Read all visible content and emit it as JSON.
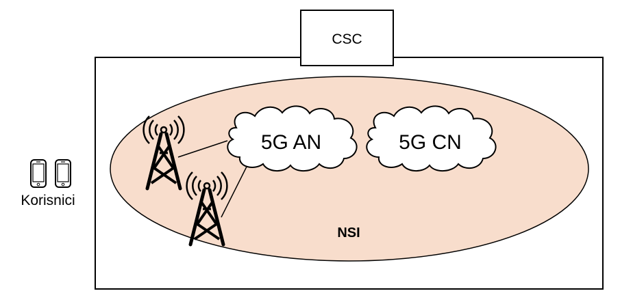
{
  "diagram": {
    "csc_label": "CSC",
    "nsi_label": "NSI",
    "clouds": [
      {
        "label": "5G AN"
      },
      {
        "label": "5G CN"
      }
    ],
    "users_label": "Korisnici",
    "icons": [
      "radio-tower-icon",
      "radio-tower-icon",
      "smartphone-icon",
      "smartphone-icon"
    ],
    "colors": {
      "ellipse_fill": "#f8ddcc",
      "stroke": "#000000",
      "cloud_fill": "#ffffff"
    }
  }
}
